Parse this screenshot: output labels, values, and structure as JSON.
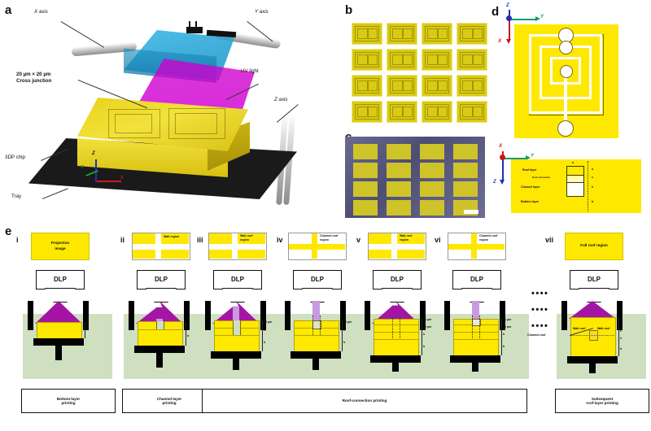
{
  "figure": {
    "panel_labels": {
      "a": "a",
      "b": "b",
      "c": "c",
      "d": "d",
      "e": "e"
    }
  },
  "panel_a": {
    "label": "a",
    "annotations": {
      "x_axis": "X axis",
      "y_axis": "Y axis",
      "z_axis": "Z axis",
      "uv_light": "UV light",
      "cross_junction_line1": "20 µm × 20 µm",
      "cross_junction_line2": "Cross junction",
      "chip": "3DP chip",
      "tray": "Tray",
      "axis_z": "Z",
      "axis_y": "Y",
      "axis_x": "X"
    },
    "colors": {
      "chip_yellow": "#f2e23c",
      "uv_magenta": "#cc00cc",
      "projector_blue": "#2196c8",
      "tray_black": "#1a1a1a"
    }
  },
  "panel_b": {
    "label": "b",
    "description": "Design layout array of 16 microfluidic chips (4 × 4)",
    "rows": 4,
    "cols": 4,
    "chip_color": "#d9cb14"
  },
  "panel_c": {
    "label": "c",
    "description": "Photograph of printed 4 × 4 chip array on build tray",
    "rows": 4,
    "cols": 4,
    "scale_bar": ""
  },
  "panel_d": {
    "label": "d",
    "axes_top": {
      "vertical": "Z",
      "horizontal": "Y",
      "down": "X"
    },
    "axes_bottom": {
      "up": "X",
      "horizontal": "Y",
      "down": "Z"
    },
    "layer_labels": [
      "Roof layer",
      "Roof connection",
      "Channel layer",
      "Bottom layer"
    ],
    "dimension_marks": [
      "a",
      "c",
      "h",
      "b"
    ],
    "top_mark": "a",
    "chip_color": "#ffe800"
  },
  "panel_e": {
    "label": "e",
    "dlp_label": "DLP",
    "ellipsis": "••••",
    "steps": [
      {
        "numeral": "i",
        "projection_label": "Projection\nimage",
        "projection_line1": "Projection",
        "projection_line2": "image",
        "projection_type": "solid",
        "beam": "magenta-wide",
        "dims": [
          "b"
        ]
      },
      {
        "numeral": "ii",
        "projection_line1": "Wall region",
        "projection_line2": "",
        "projection_type": "wall",
        "beam": "magenta-split",
        "dims": [
          "h",
          "b"
        ]
      },
      {
        "numeral": "iii",
        "projection_line1": "Wall-roof",
        "projection_line2": "region",
        "projection_type": "wall",
        "beam": "magenta-split",
        "dims": [
          "40 µm",
          "h",
          "b"
        ]
      },
      {
        "numeral": "iv",
        "projection_line1": "Channel-roof",
        "projection_line2": "region",
        "projection_type": "channel",
        "beam": "violet-narrow",
        "dims": [
          "40 µm",
          "h",
          "b"
        ]
      },
      {
        "numeral": "v",
        "projection_line1": "Wall-roof",
        "projection_line2": "region",
        "projection_type": "wall",
        "beam": "magenta-split",
        "dims": [
          "10 µm",
          "40 µm",
          "h",
          "b"
        ]
      },
      {
        "numeral": "vi",
        "projection_line1": "Channel-roof",
        "projection_line2": "region",
        "projection_type": "channel",
        "beam": "violet-narrow",
        "dims": [
          "10 µm",
          "40 µm",
          "h",
          "b"
        ]
      },
      {
        "numeral": "vii",
        "projection_line1": "Full roof region",
        "projection_line2": "",
        "projection_type": "solid",
        "beam": "magenta-wide",
        "dims": [
          "a",
          "c",
          "h",
          "b"
        ],
        "callouts": {
          "wall_roof_left": "Wall-roof",
          "wall_roof_right": "Wall-roof",
          "channel_roof": "Channel-roof"
        }
      }
    ],
    "captions": [
      {
        "text_line1": "Bottom-layer",
        "text_line2": "printing"
      },
      {
        "text_line1": "Channel-layer",
        "text_line2": "printing"
      },
      {
        "text_line1": "Roof-connection printing",
        "text_line2": ""
      },
      {
        "text_line1": "Subsequent",
        "text_line2": "roof-layer printing"
      }
    ],
    "colors": {
      "resin_yellow": "#ffe800",
      "vat_green": "#cfe0c0",
      "beam_magenta": "#a515a5",
      "beam_violet": "#c79be0"
    }
  }
}
